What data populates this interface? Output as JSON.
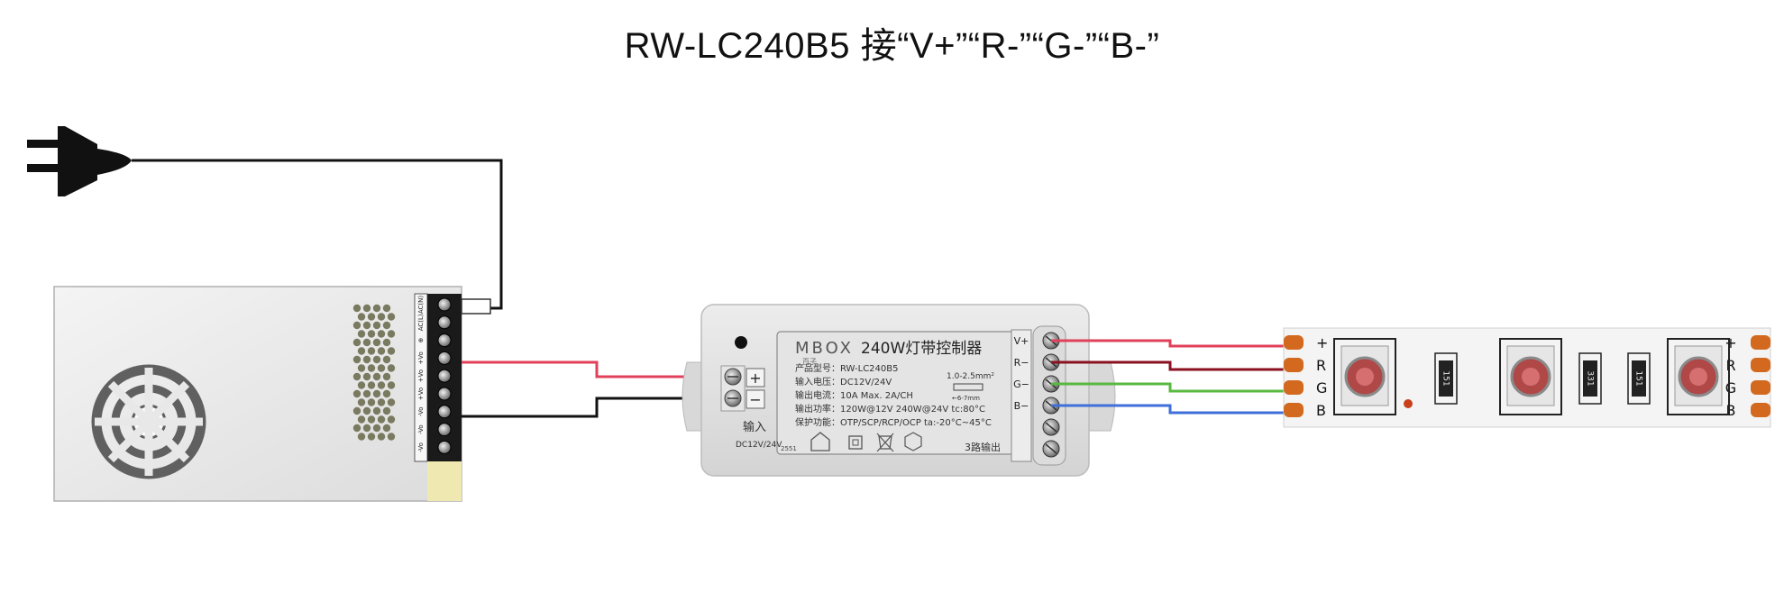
{
  "title": "RW-LC240B5 接“V+”“R-”“G-”“B-”",
  "psu": {
    "terminals": [
      "AC(N)",
      "AC(L)",
      "⊕",
      "+Vo",
      "+Vo",
      "+Vo",
      "-Vo",
      "-Vo",
      "-Vo"
    ]
  },
  "controller": {
    "brand": "MBOX",
    "brand_sub": "百子",
    "name": "240W灯带控制器",
    "specs": [
      "产品型号：RW-LC240B5",
      "输入电压：DC12V/24V",
      "输出电流：10A  Max.  2A/CH",
      "输出功率：120W@12V   240W@24V    tc:80°C",
      "保护功能：OTP/SCP/RCP/OCP   ta:-20°C~45°C"
    ],
    "wire_spec": "1.0-2.5mm²",
    "wire_strip": "←6-7mm",
    "input_plus": "+",
    "input_minus": "−",
    "input_label": "输入",
    "input_voltage": "DC12V/24V",
    "output_label": "3路输出",
    "code": "2551",
    "outputs": [
      "V+",
      "R−",
      "G−",
      "B−",
      "",
      ""
    ]
  },
  "strip": {
    "left_pads": [
      "+",
      "R",
      "G",
      "B"
    ],
    "right_pads": [
      "+",
      "R",
      "G",
      "B"
    ],
    "resistors": [
      "151",
      "331",
      "151"
    ]
  },
  "colors": {
    "wire_red": "#e0405a",
    "wire_black": "#111111",
    "wire_darkred": "#8b1020",
    "wire_green": "#58b840",
    "wire_blue": "#3f6fd8",
    "strip_pad": "#d2691e"
  }
}
